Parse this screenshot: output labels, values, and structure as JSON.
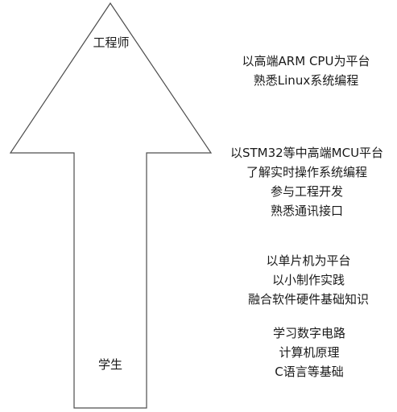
{
  "arrow": {
    "top_label": "工程师",
    "bottom_label": "学生"
  },
  "stages": [
    {
      "lines": [
        "以高端ARM CPU为平台",
        "熟悉Linux系统编程"
      ]
    },
    {
      "lines": [
        "以STM32等中高端MCU平台",
        "了解实时操作系统编程",
        "参与工程开发",
        "熟悉通讯接口"
      ]
    },
    {
      "lines": [
        "以单片机为平台",
        "以小制作实践",
        "融合软件硬件基础知识"
      ]
    },
    {
      "lines": [
        "学习数字电路",
        "计算机原理",
        "C语言等基础"
      ]
    }
  ]
}
